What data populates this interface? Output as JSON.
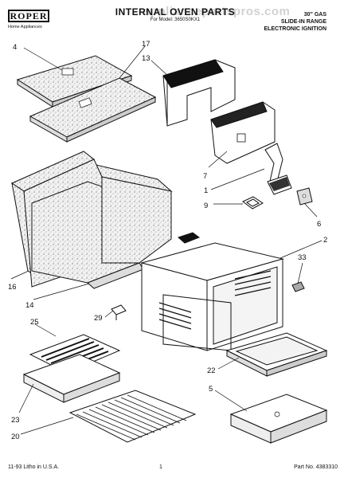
{
  "header": {
    "brand": "ROPER",
    "brand_sub": "Home Appliances",
    "title": "INTERNAL OVEN PARTS",
    "for_model": "For Model: 3650S0KX1",
    "spec_lines": [
      "30\" GAS",
      "SLIDE-IN RANGE",
      "ELECTRONIC IGNITION"
    ],
    "watermark": "appliancepartspros.com"
  },
  "callouts": {
    "c4": "4",
    "c17": "17",
    "c13": "13",
    "c7": "7",
    "c1": "1",
    "c9": "9",
    "c6": "6",
    "c2": "2",
    "c33": "33",
    "c16": "16",
    "c14": "14",
    "c29": "29",
    "c25": "25",
    "c22": "22",
    "c5": "5",
    "c23": "23",
    "c20": "20"
  },
  "footer": {
    "left": "11-93 Litho in U.S.A.",
    "page": "1",
    "part_no": "Part No. 4383310"
  },
  "colors": {
    "ink": "#111111",
    "insulation": "#e8e8e8",
    "paper": "#ffffff"
  }
}
